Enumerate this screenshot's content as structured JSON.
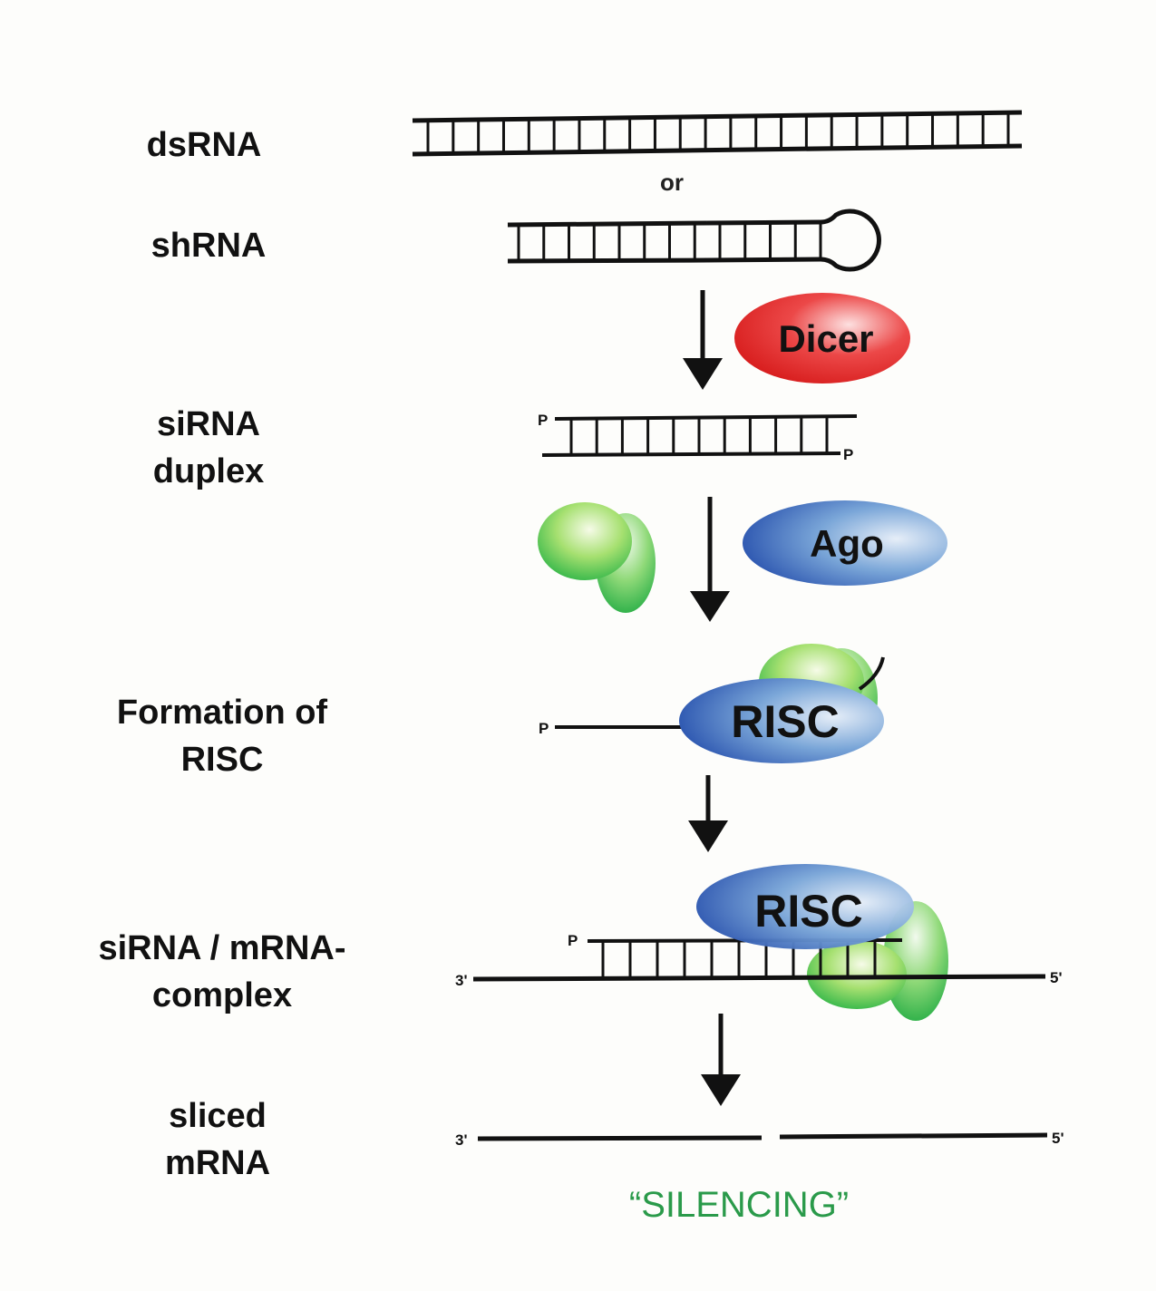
{
  "stages": {
    "dsrna": "dsRNA",
    "or": "or",
    "shrna": "shRNA",
    "sirna_duplex_line1": "siRNA",
    "sirna_duplex_line2": "duplex",
    "risc_formation_line1": "Formation of",
    "risc_formation_line2": "RISC",
    "complex_line1": "siRNA / mRNA-",
    "complex_line2": "complex",
    "sliced_line1": "sliced",
    "sliced_line2": "mRNA"
  },
  "enzymes": {
    "dicer": "Dicer",
    "ago": "Ago",
    "risc": "RISC"
  },
  "end_labels": {
    "phosphate": "P",
    "three_prime": "3'",
    "five_prime": "5'"
  },
  "outcome": "“SILENCING”",
  "colors": {
    "dicer": "#e02020",
    "ago_risc": "#1f4fb0",
    "protein_green": "#3cbf3c",
    "silencing_text": "#2a9a4a",
    "strand": "#111111"
  }
}
